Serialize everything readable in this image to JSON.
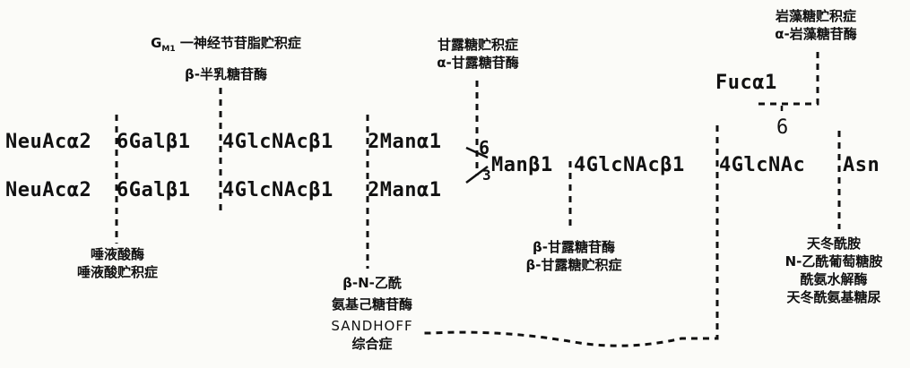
{
  "chain_top": {
    "neuac": "NeuAcα2",
    "gal": "6Galβ1",
    "glcnac": "4GlcNAcβ1",
    "man": "2Manα1"
  },
  "chain_bottom": {
    "neuac": "NeuAcα2",
    "gal": "6Galβ1",
    "glcnac": "4GlcNAcβ1",
    "man": "2Manα1"
  },
  "core": {
    "branch6": "6",
    "branch3": "3",
    "manb": "Manβ1",
    "glcnac1": "4GlcNAcβ1",
    "glcnac2": "4GlcNAc",
    "asn": "Asn",
    "fuc": "Fucα1",
    "fuc_pos": "6"
  },
  "annotations": {
    "gm1": {
      "line1_prefix": "G",
      "line1_sub": "M1",
      "line1_rest": " 一神经节苷脂贮积症",
      "line2": "β-半乳糖苷酶"
    },
    "mannosidosis": {
      "line1": "甘露糖贮积症",
      "line2": "α-甘露糖苷酶"
    },
    "fucosidosis": {
      "line1": "岩藻糖贮积症",
      "line2": "α-岩藻糖苷酶"
    },
    "sialidosis": {
      "line1": "唾液酸酶",
      "line2": "唾液酸贮积症"
    },
    "hexosaminidase": {
      "line1": "β-N-乙酰",
      "line2": "氨基己糖苷酶",
      "line3": "SANDHOFF",
      "line4": "综合症"
    },
    "beta_mannosidosis": {
      "line1": "β-甘露糖苷酶",
      "line2": "β-甘露糖贮积症"
    },
    "aspartylglucosaminuria": {
      "line1": "天冬酰胺",
      "line2": "N-乙酰葡萄糖胺",
      "line3": "酰氨水解酶",
      "line4": "天冬酰氨基糖尿"
    }
  }
}
